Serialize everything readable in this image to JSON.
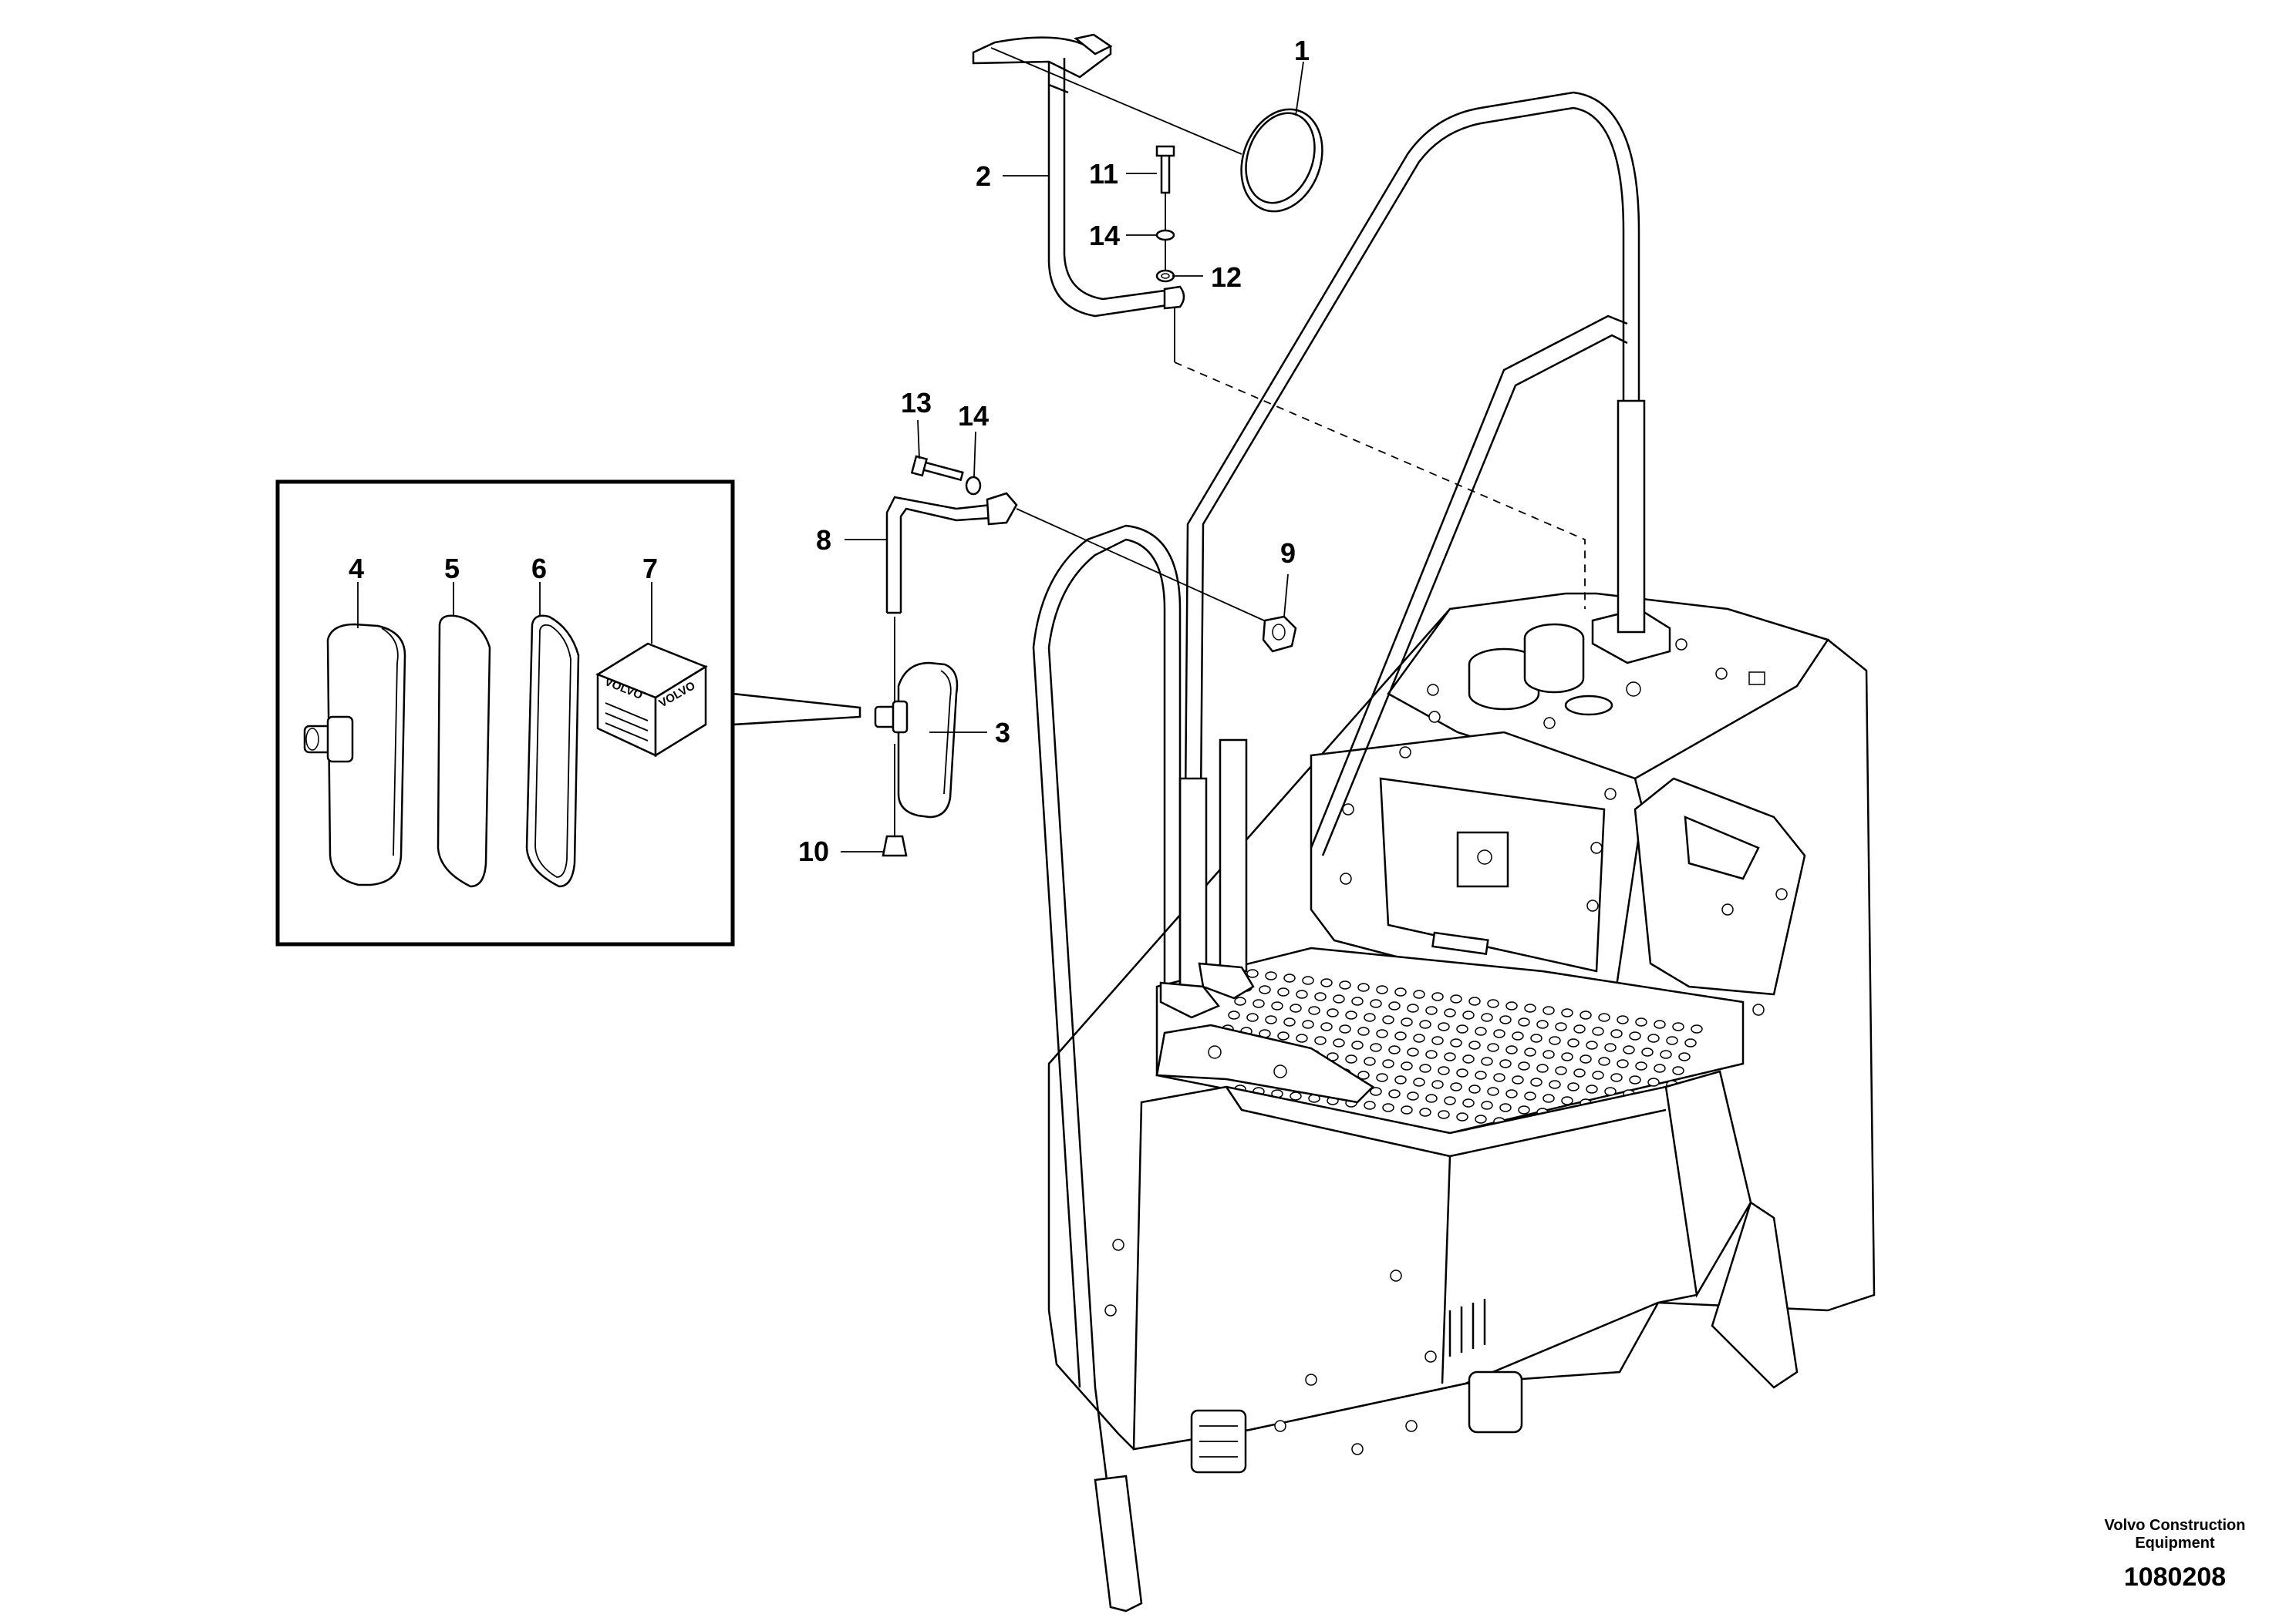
{
  "colors": {
    "ink": "#000000",
    "background": "#ffffff"
  },
  "callouts": [
    {
      "id": "1",
      "label": "1"
    },
    {
      "id": "2",
      "label": "2"
    },
    {
      "id": "3",
      "label": "3"
    },
    {
      "id": "4",
      "label": "4"
    },
    {
      "id": "5",
      "label": "5"
    },
    {
      "id": "6",
      "label": "6"
    },
    {
      "id": "7",
      "label": "7"
    },
    {
      "id": "8",
      "label": "8"
    },
    {
      "id": "9",
      "label": "9"
    },
    {
      "id": "10",
      "label": "10"
    },
    {
      "id": "11",
      "label": "11"
    },
    {
      "id": "12",
      "label": "12"
    },
    {
      "id": "13",
      "label": "13"
    },
    {
      "id": "14a",
      "label": "14"
    },
    {
      "id": "14b",
      "label": "14"
    }
  ],
  "decal": {
    "brand_text": "VOLVO"
  },
  "footer": {
    "credit_line1": "Volvo Construction",
    "credit_line2": "Equipment",
    "doc_number": "1080208"
  }
}
